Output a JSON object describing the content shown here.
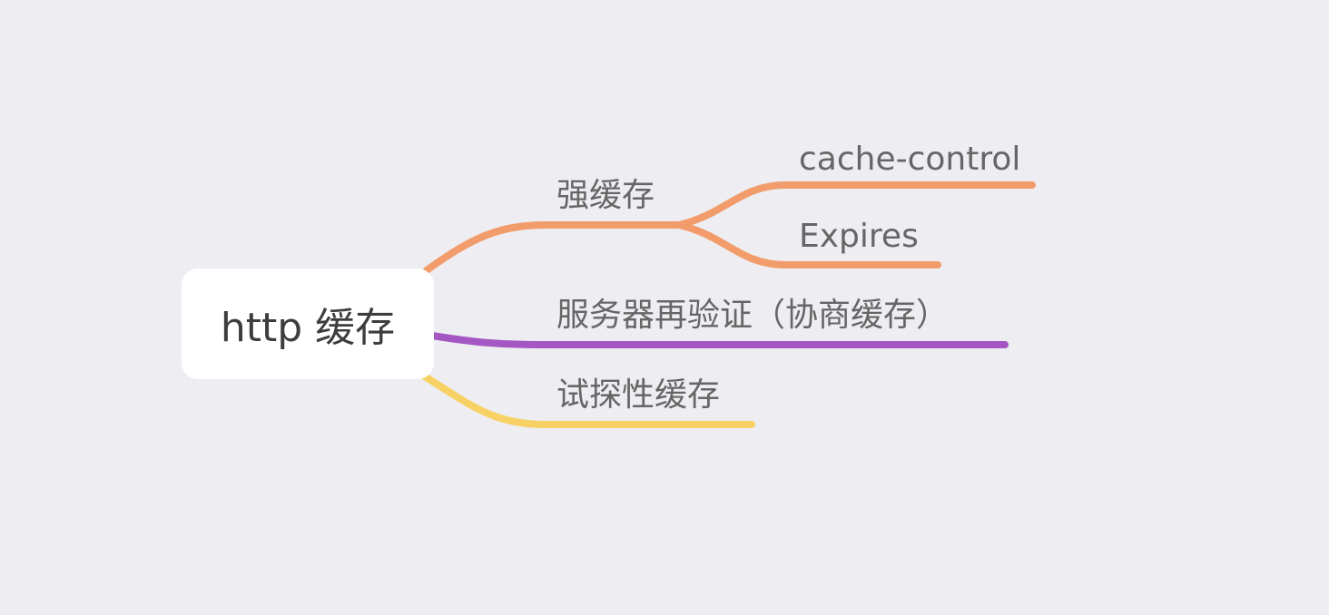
{
  "mindmap": {
    "root": {
      "label": "http 缓存"
    },
    "branches": [
      {
        "label": "强缓存",
        "color": "#f19c6a",
        "children": [
          {
            "label": "cache-control"
          },
          {
            "label": "Expires"
          }
        ]
      },
      {
        "label": "服务器再验证（协商缓存）",
        "color": "#a457c2",
        "children": []
      },
      {
        "label": "试探性缓存",
        "color": "#f8d164",
        "children": []
      }
    ]
  }
}
